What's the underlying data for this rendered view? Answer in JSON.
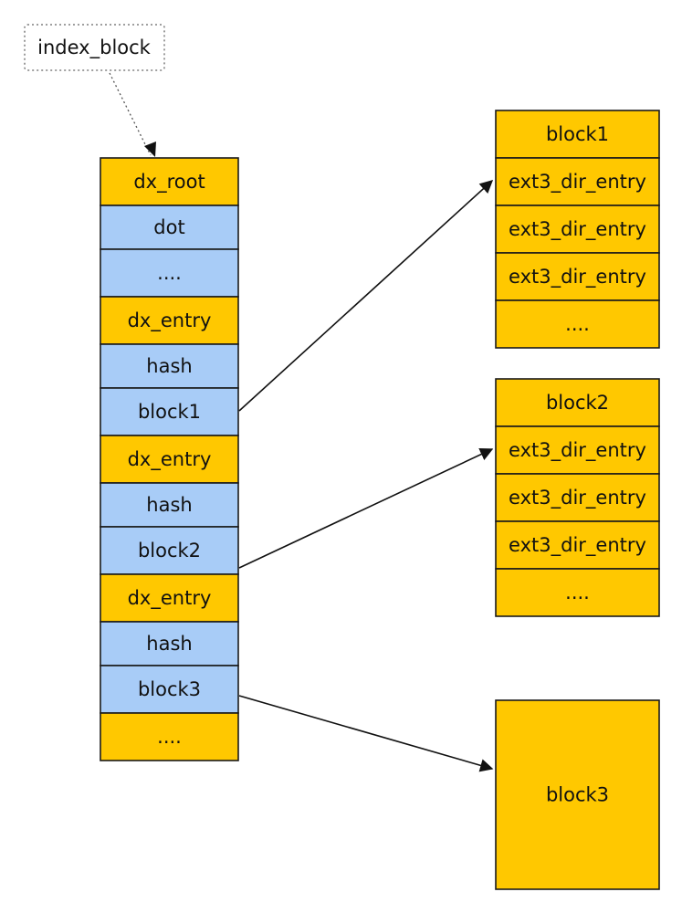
{
  "colors": {
    "yellow": "#FFC800",
    "blue": "#A8CCF7",
    "stroke": "#1A1A1A"
  },
  "index_label": "index_block",
  "index_column": [
    {
      "text": "dx_root",
      "color": "yellow"
    },
    {
      "text": "dot",
      "color": "blue"
    },
    {
      "text": "....",
      "color": "blue"
    },
    {
      "text": "dx_entry",
      "color": "yellow"
    },
    {
      "text": "hash",
      "color": "blue"
    },
    {
      "text": "block1",
      "color": "blue"
    },
    {
      "text": "dx_entry",
      "color": "yellow"
    },
    {
      "text": "hash",
      "color": "blue"
    },
    {
      "text": "block2",
      "color": "blue"
    },
    {
      "text": "dx_entry",
      "color": "yellow"
    },
    {
      "text": "hash",
      "color": "blue"
    },
    {
      "text": "block3",
      "color": "blue"
    },
    {
      "text": "....",
      "color": "yellow"
    }
  ],
  "target_blocks": [
    {
      "title": "block1",
      "rows": [
        "ext3_dir_entry",
        "ext3_dir_entry",
        "ext3_dir_entry",
        "...."
      ]
    },
    {
      "title": "block2",
      "rows": [
        "ext3_dir_entry",
        "ext3_dir_entry",
        "ext3_dir_entry",
        "...."
      ]
    },
    {
      "title": "block3",
      "rows": []
    }
  ]
}
